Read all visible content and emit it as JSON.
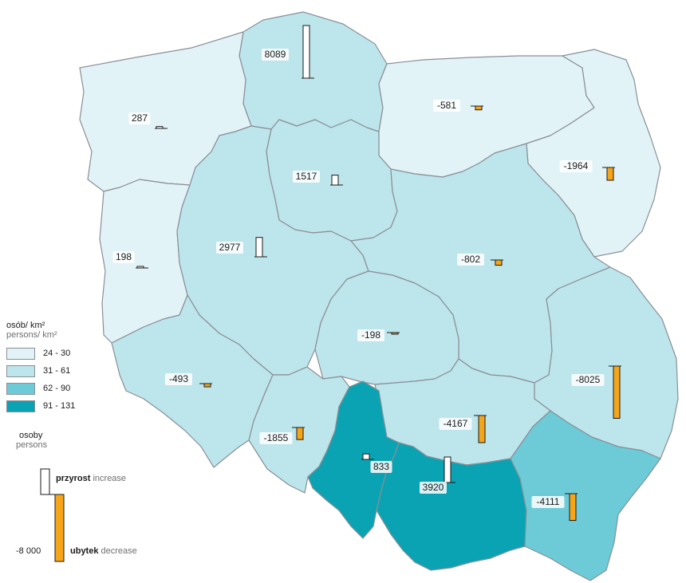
{
  "colors": {
    "class1": "#e2f3f8",
    "class2": "#bde5ec",
    "class3": "#6dcbd8",
    "class4": "#0aa3b3",
    "increase": "#ffffff",
    "decrease": "#f5a51a"
  },
  "regions": [
    {
      "value": "8089",
      "change": 8089,
      "class": 2
    },
    {
      "value": "287",
      "change": 287,
      "class": 1
    },
    {
      "value": "-581",
      "change": -581,
      "class": 1
    },
    {
      "value": "-1964",
      "change": -1964,
      "class": 1
    },
    {
      "value": "1517",
      "change": 1517,
      "class": 2
    },
    {
      "value": "198",
      "change": 198,
      "class": 1
    },
    {
      "value": "2977",
      "change": 2977,
      "class": 2
    },
    {
      "value": "-802",
      "change": -802,
      "class": 2
    },
    {
      "value": "-198",
      "change": -198,
      "class": 2
    },
    {
      "value": "-493",
      "change": -493,
      "class": 2
    },
    {
      "value": "-8025",
      "change": -8025,
      "class": 2
    },
    {
      "value": "-1855",
      "change": -1855,
      "class": 2
    },
    {
      "value": "-4167",
      "change": -4167,
      "class": 2
    },
    {
      "value": "833",
      "change": 833,
      "class": 4
    },
    {
      "value": "3920",
      "change": 3920,
      "class": 4
    },
    {
      "value": "-4111",
      "change": -4111,
      "class": 3
    }
  ],
  "legend": {
    "density_title_pl": "osób/ km²",
    "density_title_en": "persons/ km²",
    "classes": [
      "24 - 30",
      "31 - 61",
      "62 - 90",
      "91 - 131"
    ],
    "persons_title_pl": "osoby",
    "persons_title_en": "persons",
    "increase_pl": "przyrost",
    "increase_en": "increase",
    "decrease_pl": "ubytek",
    "decrease_en": "decrease",
    "scale_value": "-8 000"
  }
}
